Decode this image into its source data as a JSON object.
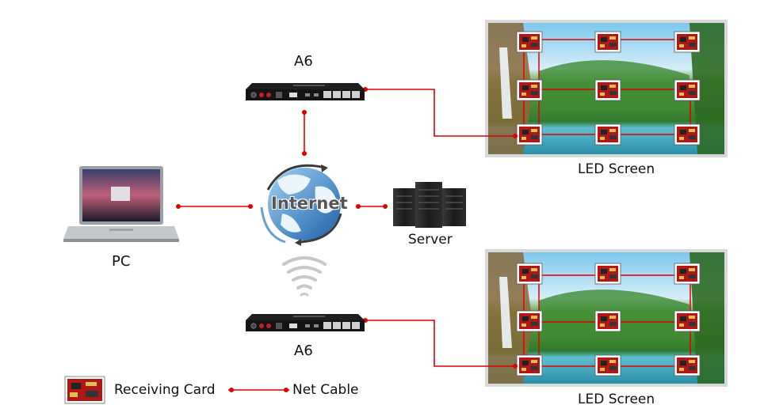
{
  "labels": {
    "controller_top": "A6",
    "controller_bottom": "A6",
    "pc": "PC",
    "server": "Server",
    "internet": "Internet",
    "led_screen_top": "LED Screen",
    "led_screen_bottom": "LED Screen"
  },
  "legend": {
    "receiving_card": "Receiving Card",
    "net_cable": "Net Cable"
  },
  "colors": {
    "cable": "#e00000",
    "globe_blue": "#2b7fc4",
    "device_dark": "#1e1e1e"
  },
  "icons": [
    "laptop-icon",
    "globe-icon",
    "server-icon",
    "wifi-signal-icon",
    "controller-device-icon",
    "receiving-card-icon"
  ]
}
